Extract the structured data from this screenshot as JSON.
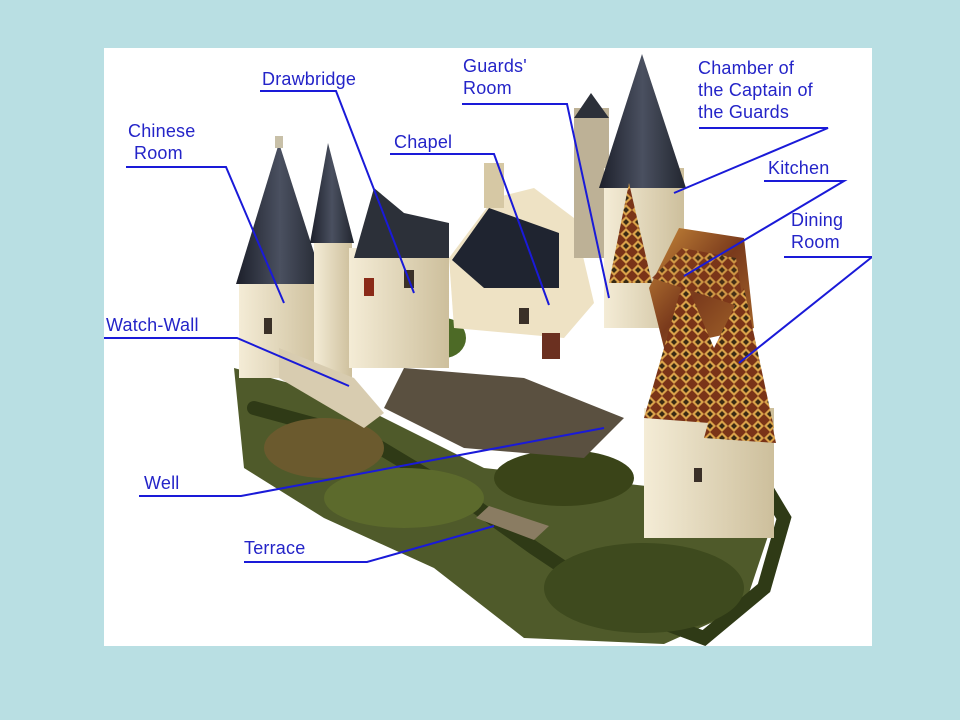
{
  "colors": {
    "background": "#b9dfe3",
    "panel": "#ffffff",
    "label_text": "#2424c8",
    "leader_line": "#1a1ad8"
  },
  "labels": {
    "chinese_room": [
      "Chinese",
      "Room"
    ],
    "drawbridge": [
      "Drawbridge"
    ],
    "guards_room": [
      "Guards'",
      "Room"
    ],
    "chamber_captain": [
      "Chamber of",
      "the Captain of",
      "the Guards"
    ],
    "chapel": [
      "Chapel"
    ],
    "kitchen": [
      "Kitchen"
    ],
    "dining_room": [
      "Dining",
      "Room"
    ],
    "watch_wall": [
      "Watch-Wall"
    ],
    "well": [
      "Well"
    ],
    "terrace": [
      "Terrace"
    ]
  }
}
